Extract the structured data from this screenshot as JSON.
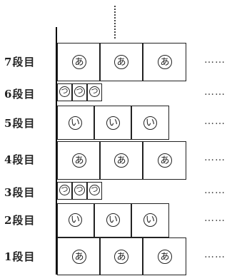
{
  "rows": [
    {
      "label": "7段目",
      "coin": "あ",
      "size": "large"
    },
    {
      "label": "6段目",
      "coin": "つ",
      "size": "small"
    },
    {
      "label": "5段目",
      "coin": "い",
      "size": "medium"
    },
    {
      "label": "4段目",
      "coin": "あ",
      "size": "large"
    },
    {
      "label": "3段目",
      "coin": "つ",
      "size": "small"
    },
    {
      "label": "2段目",
      "coin": "い",
      "size": "medium"
    },
    {
      "label": "1段目",
      "coin": "あ",
      "size": "large"
    }
  ],
  "continuation": "……"
}
